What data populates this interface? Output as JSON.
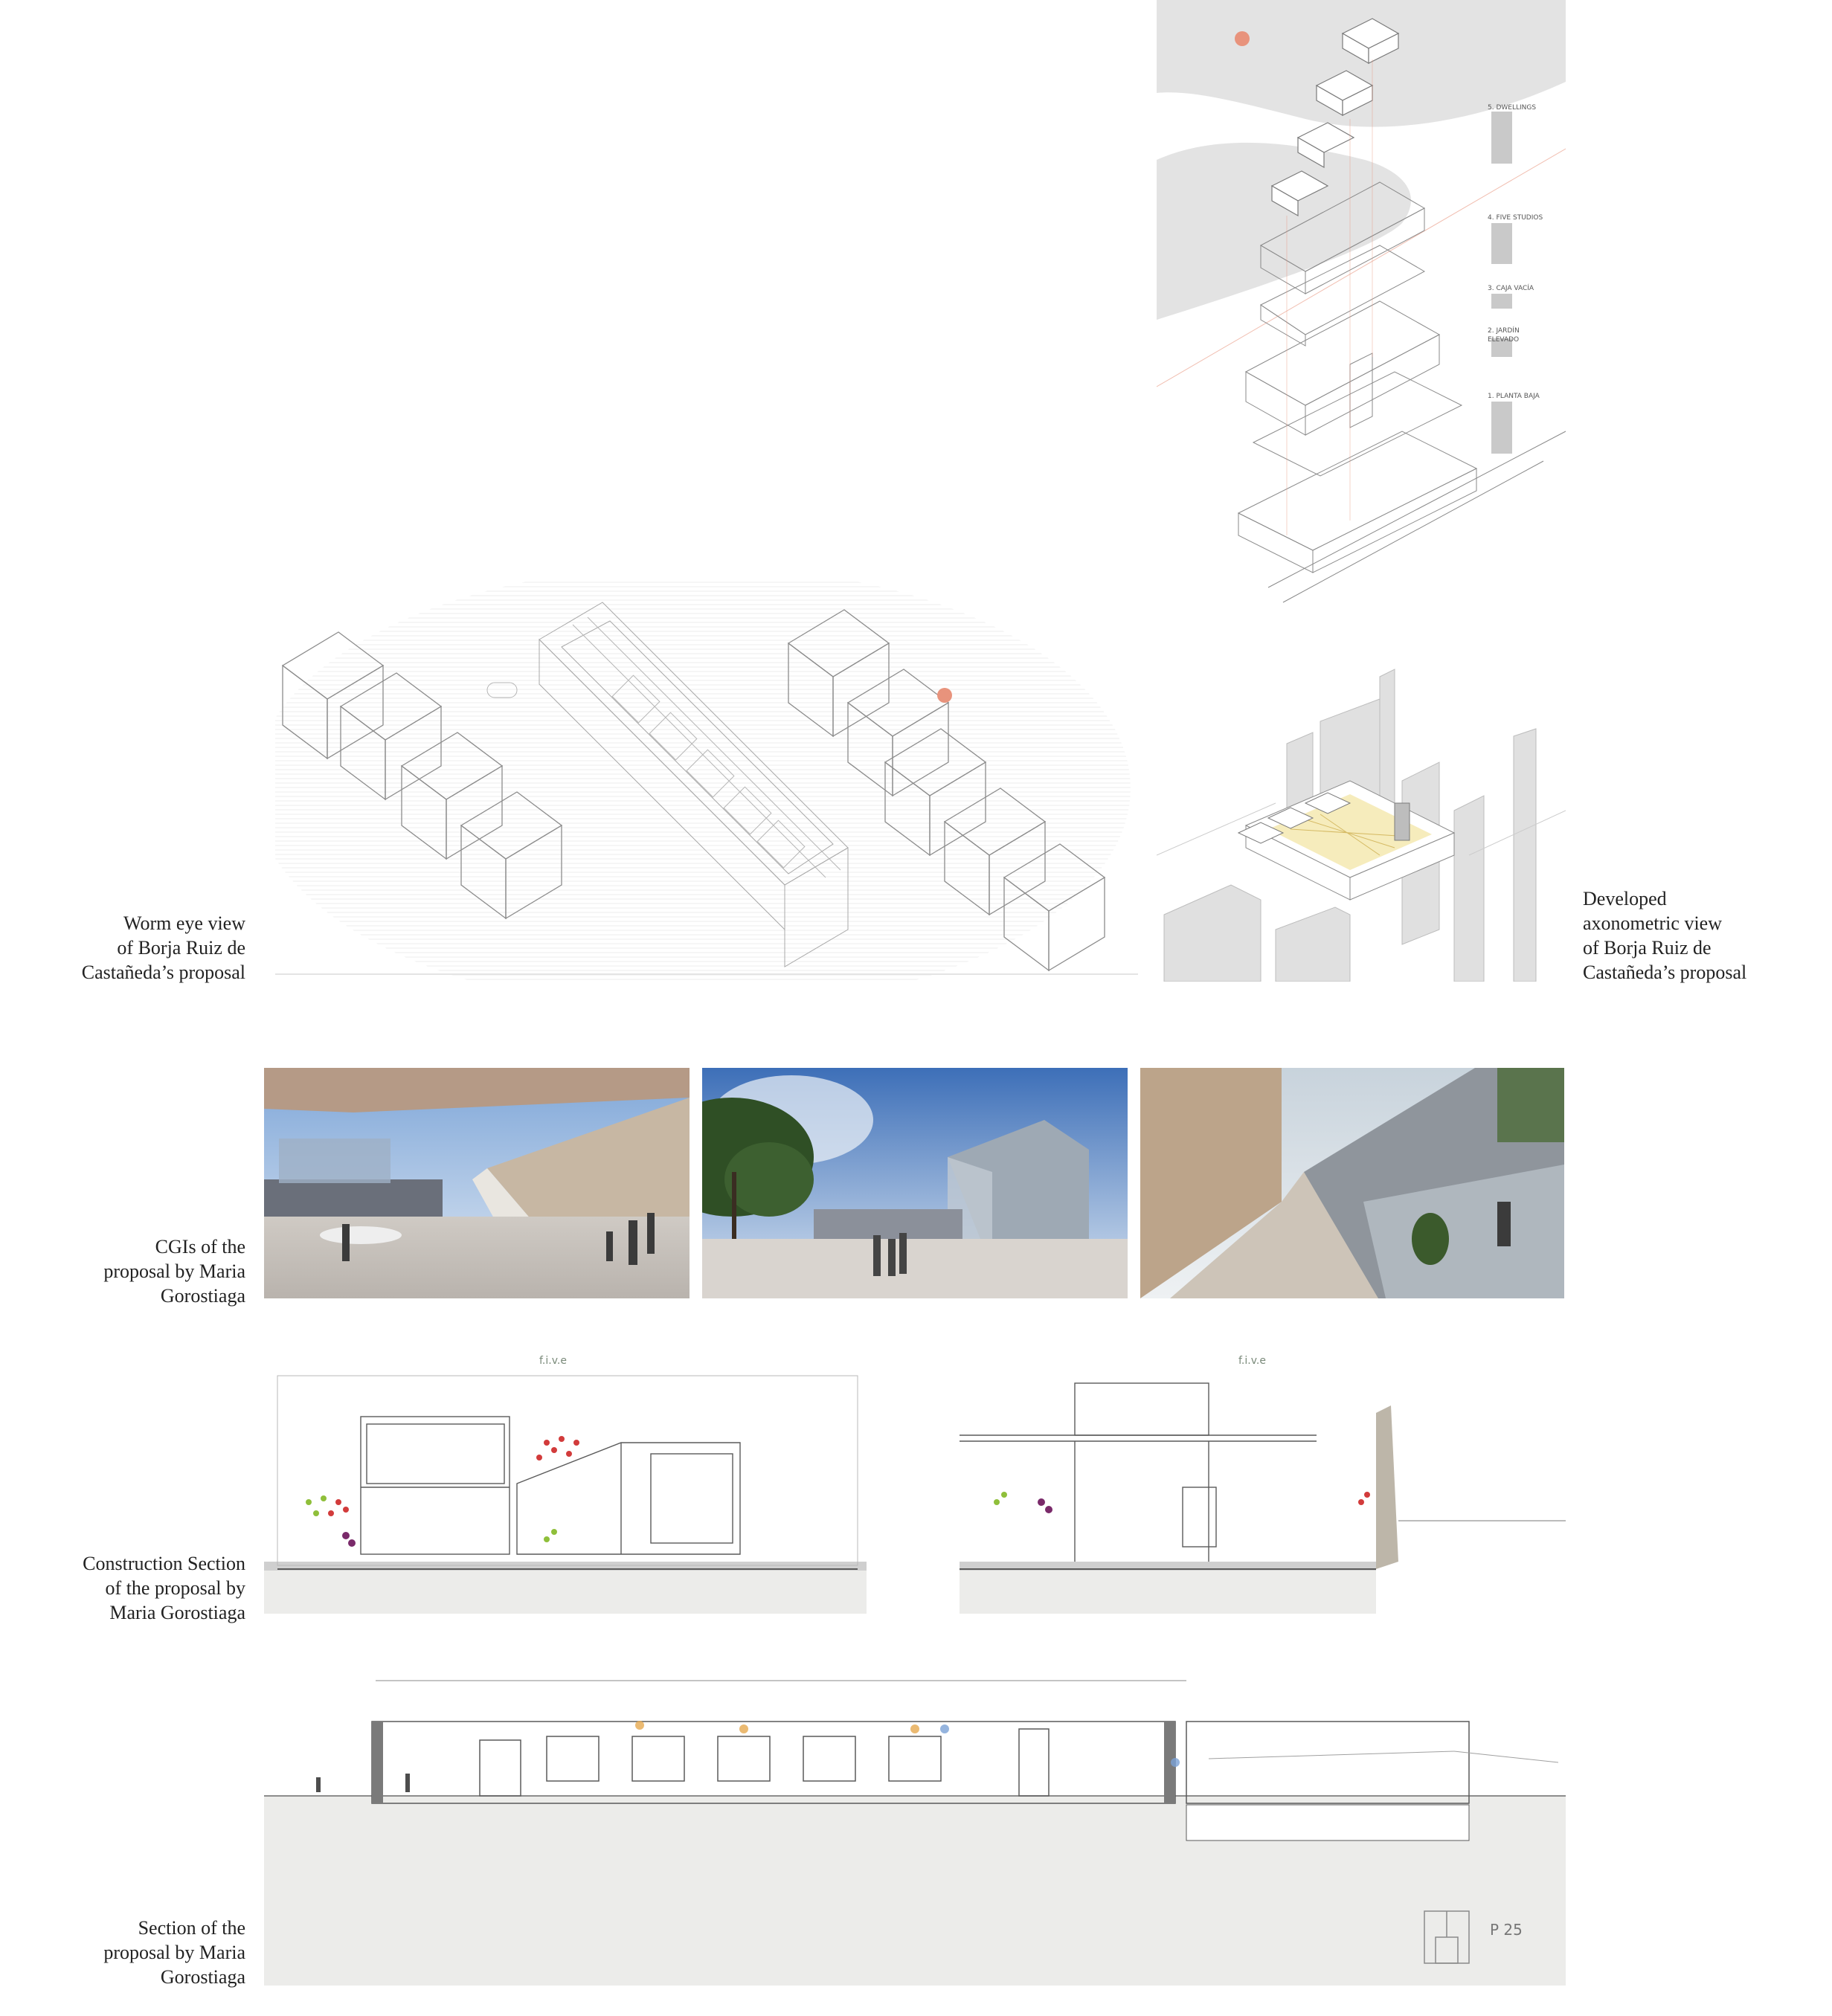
{
  "captions": {
    "worm_eye": [
      "Worm eye view",
      "of Borja Ruiz de",
      "Castañeda’s proposal"
    ],
    "axonometric": [
      "Developed",
      "axonometric view",
      "of Borja Ruiz de",
      "Castañeda’s proposal"
    ],
    "cgis": [
      "CGIs of the",
      "proposal by Maria",
      "Gorostiaga"
    ],
    "construction_section": [
      "Construction Section",
      "of the proposal by",
      "Maria Gorostiaga"
    ],
    "section": [
      "Section of the",
      "proposal by Maria",
      "Gorostiaga"
    ]
  },
  "axo_labels": {
    "l5": "5. DWELLINGS",
    "l4": "4. FIVE STUDIOS",
    "l3": "3. CAJA VACÍA",
    "l2a": "2. JARDÍN",
    "l2b": "ELEVADO",
    "l1": "1. PLANTA BAJA"
  },
  "section_logo": "f.i.v.e",
  "page_number": "P 25",
  "colors": {
    "accent_dot": "#e8937c",
    "grey_mass": "#e3e3e3",
    "ground": "#ececea",
    "line": "#9a9a9a"
  }
}
